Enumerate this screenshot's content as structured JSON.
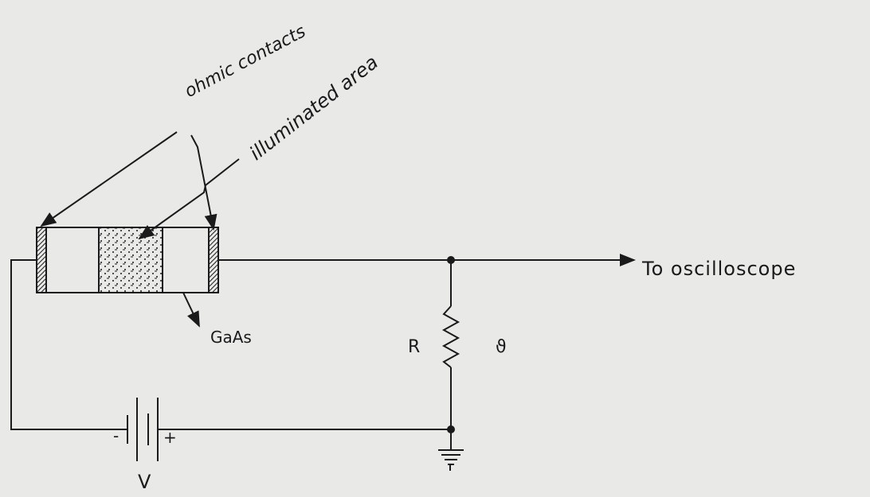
{
  "diagram": {
    "labels": {
      "ohmic_contacts": "ohmic contacts",
      "illuminated_area": "illuminated area",
      "material": "GaAs",
      "output": "To oscilloscope",
      "resistor": "R",
      "voltage_out": "ϑ",
      "battery": "V",
      "minus": "-",
      "plus": "+"
    }
  },
  "colors": {
    "ink": "#1a1a1a",
    "paper": "#e9e9e7"
  }
}
